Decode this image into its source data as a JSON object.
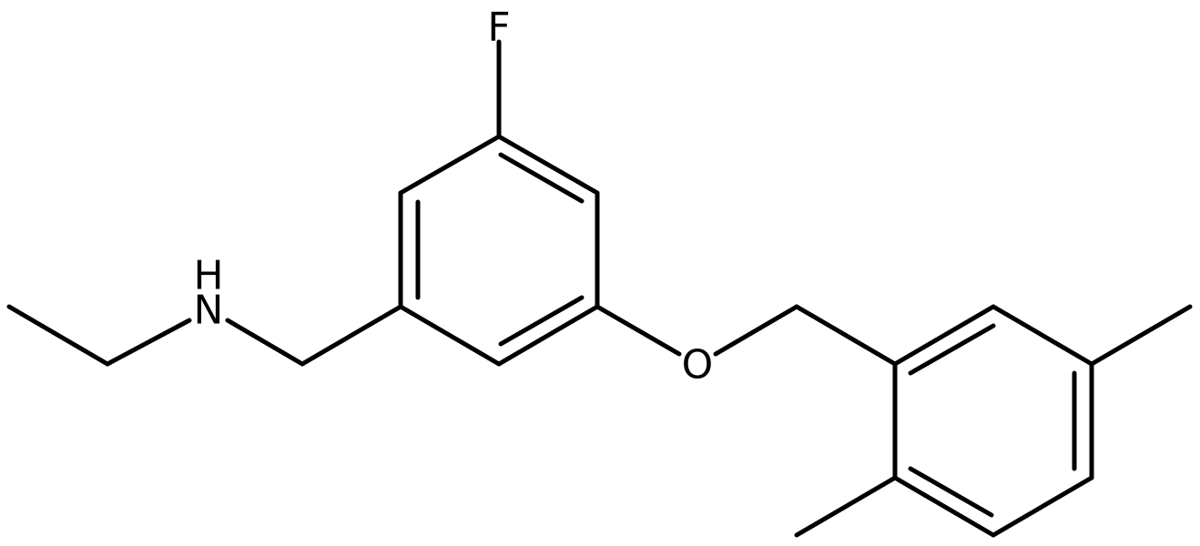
{
  "molecule": {
    "atoms": {
      "fluorine": "F",
      "amine_nitrogen": "N",
      "amine_hydrogen": "H",
      "ether_oxygen": "O"
    }
  },
  "colors": {
    "bond": "#000000",
    "label": "#000000",
    "background": "#ffffff"
  }
}
